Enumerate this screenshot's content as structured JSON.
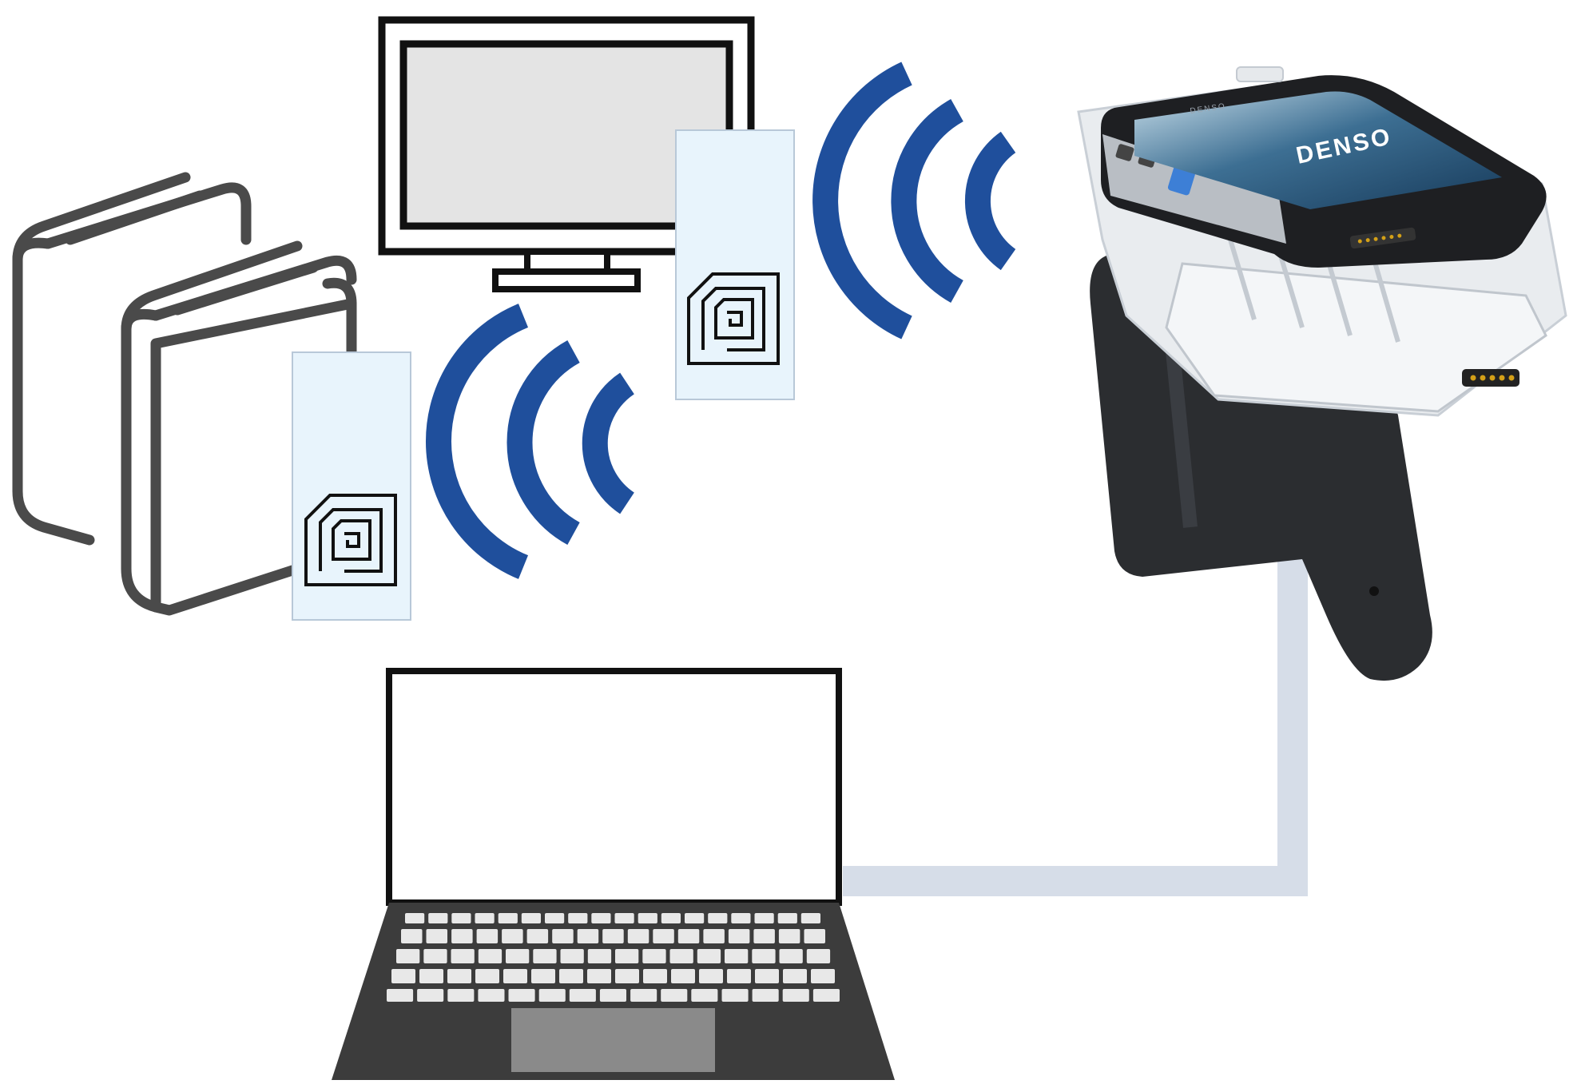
{
  "diagram": {
    "nodes": [
      {
        "id": "books",
        "kind": "books",
        "icon": "books-icon"
      },
      {
        "id": "monitor",
        "kind": "monitor",
        "icon": "monitor-icon"
      },
      {
        "id": "rfid-tag-books",
        "kind": "rfid-tag",
        "icon": "rfid-tag-icon"
      },
      {
        "id": "rfid-tag-monitor",
        "kind": "rfid-tag",
        "icon": "rfid-tag-icon"
      },
      {
        "id": "handheld-reader",
        "kind": "handheld-rfid-reader",
        "icon": "handheld-reader-icon"
      },
      {
        "id": "laptop",
        "kind": "laptop",
        "icon": "laptop-icon"
      }
    ],
    "links": [
      {
        "from": "rfid-tag-books",
        "to": "handheld-reader",
        "kind": "wireless",
        "icon": "wireless-waves-icon"
      },
      {
        "from": "rfid-tag-monitor",
        "to": "handheld-reader",
        "kind": "wireless",
        "icon": "wireless-waves-icon"
      },
      {
        "from": "handheld-reader",
        "to": "laptop",
        "kind": "wired"
      }
    ]
  },
  "device": {
    "brand_text": "DENSO",
    "model_text": "DENSO"
  },
  "colors": {
    "wave": "#1f4f9c",
    "outline": "#4a4a4a",
    "tag_fill": "#e8f4fc",
    "tag_border": "#b8c8d8",
    "cable": "#d6dde8",
    "monitor_screen": "#e4e4e4",
    "laptop_body": "#3c3c3c",
    "laptop_key": "#e8e8e8",
    "laptop_pad": "#8a8a8a",
    "device_shell": "#e9ecef",
    "device_grip": "#2b2d30"
  }
}
